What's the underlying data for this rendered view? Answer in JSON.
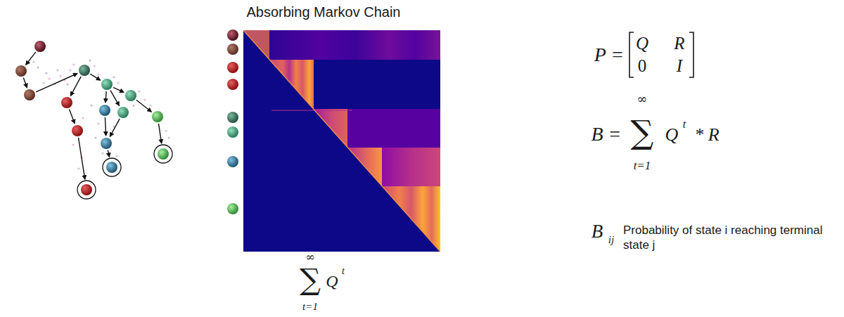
{
  "diagram": {
    "title": "Absorbing Markov Chain",
    "labels": [
      "P =",
      "Q",
      "R",
      "0",
      "I",
      "B =",
      "∑",
      "∞",
      "t=1",
      "Q",
      "t",
      "* R",
      "B",
      "ij",
      "Probability of state i reaching terminal state j",
      "∑",
      "∞",
      "t=1",
      "Q",
      "t"
    ]
  }
}
